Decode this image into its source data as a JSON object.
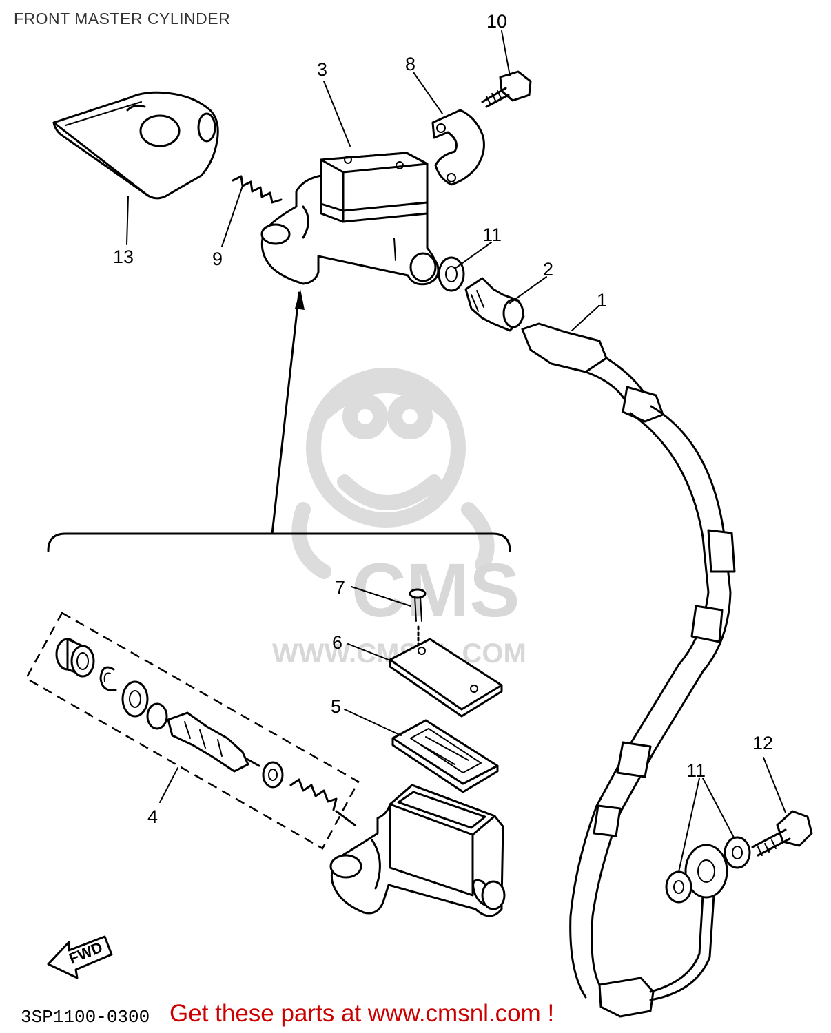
{
  "title": "FRONT MASTER CYLINDER",
  "diagram_code": "3SP1100-0300",
  "fwd_label": "FWD",
  "cta": "Get these parts at www.cmsnl.com !",
  "watermark": {
    "brand": "CMS",
    "url": "WWW.CMSNL.COM"
  },
  "callouts": {
    "c1": "1",
    "c2": "2",
    "c3": "3",
    "c4": "4",
    "c5": "5",
    "c6": "6",
    "c7": "7",
    "c8": "8",
    "c9": "9",
    "c10": "10",
    "c11a": "11",
    "c11b": "11",
    "c12": "12",
    "c13": "13"
  },
  "colors": {
    "line": "#000000",
    "cta": "#cc0000",
    "watermark": "#d8d8d8"
  }
}
